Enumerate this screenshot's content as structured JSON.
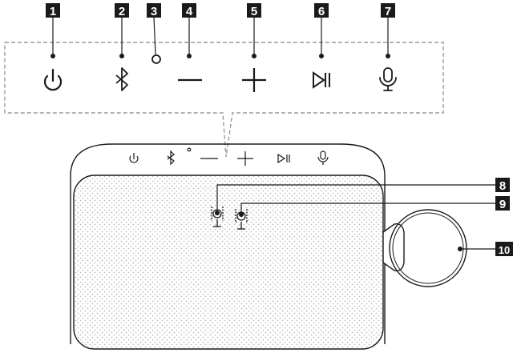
{
  "callouts": {
    "c1": "1",
    "c2": "2",
    "c3": "3",
    "c4": "4",
    "c5": "5",
    "c6": "6",
    "c7": "7",
    "c8": "8",
    "c9": "9",
    "c10": "10"
  },
  "icons": {
    "power": "power-icon",
    "bluetooth": "bluetooth-icon",
    "led": "status-led",
    "volume_down": "minus-icon",
    "volume_up": "plus-icon",
    "play_pause": "play-pause-icon",
    "microphone": "microphone-icon"
  },
  "colors": {
    "line": "#1a1a1a",
    "dash": "#999999",
    "badge": "#1a1a1a",
    "grille": "#b5b5b5"
  }
}
